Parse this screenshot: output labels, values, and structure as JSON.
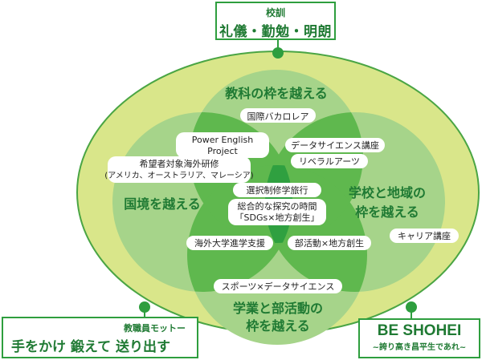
{
  "school_motto_box": {
    "label": "校訓",
    "text": "礼儀・勤勉・明朗"
  },
  "staff_motto_box": {
    "label": "教職員モットー",
    "text": "手をかけ 鍛えて 送り出す"
  },
  "slogan_box": {
    "text": "BE SHOHEI",
    "subtext": "~誇り高き昌平生であれ~"
  },
  "circles": {
    "top": "教科の枠を越える",
    "left": "国境を越える",
    "right_line1": "学校と地域の",
    "right_line2": "枠を越える",
    "bottom_line1": "学業と部活動の",
    "bottom_line2": "枠を越える"
  },
  "tags": {
    "ib": "国際バカロレア",
    "power_english_line1": "Power English",
    "power_english_line2": "Project",
    "data_science_course": "データサイエンス講座",
    "overseas_training_line1": "希望者対象海外研修",
    "overseas_training_line2": "(アメリカ、オーストラリア、マレーシア)",
    "liberal_arts": "リベラルアーツ",
    "study_trip": "選択制修学旅行",
    "inquiry_line1": "総合的な探究の時間",
    "inquiry_line2": "「SDGs×地方創生」",
    "overseas_university": "海外大学進学支援",
    "club_regional": "部活動×地方創生",
    "career_course": "キャリア講座",
    "sports_data": "スポーツ×データサイエンス"
  },
  "colors": {
    "outer_ellipse": "#d9e68a",
    "circle": "#a6d48a",
    "overlap": "#5fb84e",
    "center": "#2fa040",
    "dark_green": "#1f7a33",
    "border_green": "#2e9e3e"
  }
}
